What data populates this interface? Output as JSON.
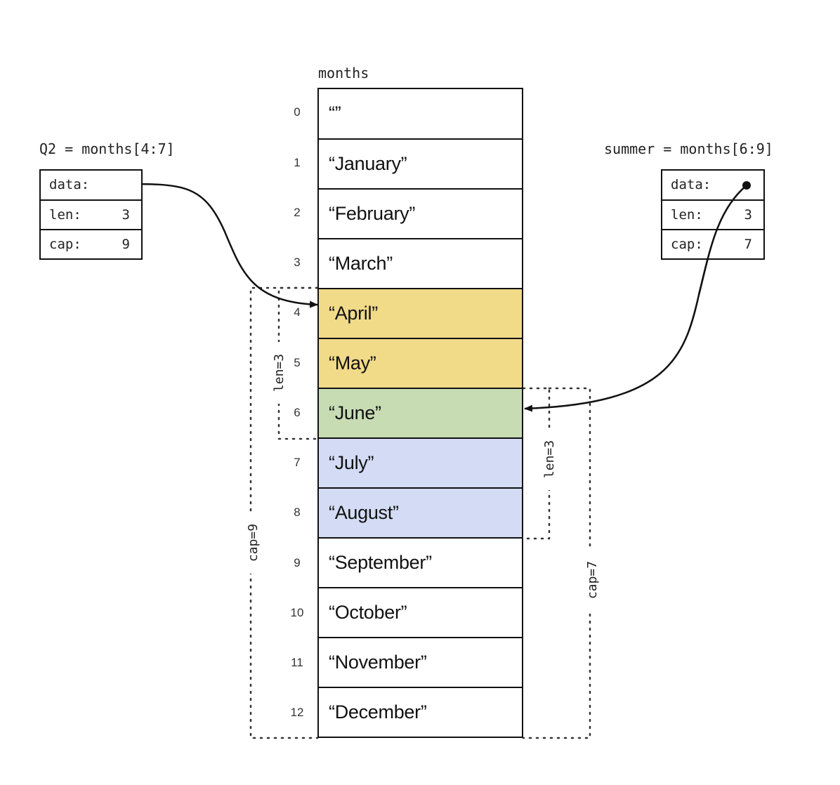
{
  "array": {
    "name": "months",
    "cells": [
      {
        "index": "0",
        "value": "“”"
      },
      {
        "index": "1",
        "value": "“January”"
      },
      {
        "index": "2",
        "value": "“February”"
      },
      {
        "index": "3",
        "value": "“March”"
      },
      {
        "index": "4",
        "value": "“April”"
      },
      {
        "index": "5",
        "value": "“May”"
      },
      {
        "index": "6",
        "value": "“June”"
      },
      {
        "index": "7",
        "value": "“July”"
      },
      {
        "index": "8",
        "value": "“August”"
      },
      {
        "index": "9",
        "value": "“September”"
      },
      {
        "index": "10",
        "value": "“October”"
      },
      {
        "index": "11",
        "value": "“November”"
      },
      {
        "index": "12",
        "value": "“December”"
      }
    ]
  },
  "q2": {
    "expression": "Q2 = months[4:7]",
    "data_label": "data:",
    "len_label": "len:",
    "len_value": "3",
    "cap_label": "cap:",
    "cap_value": "9",
    "len_bracket": "len=3",
    "cap_bracket": "cap=9"
  },
  "summer": {
    "expression": "summer = months[6:9]",
    "data_label": "data:",
    "len_label": "len:",
    "len_value": "3",
    "cap_label": "cap:",
    "cap_value": "7",
    "len_bracket": "len=3",
    "cap_bracket": "cap=7"
  },
  "colors": {
    "q2_only": "#f1da88",
    "overlap": "#c7dcb3",
    "summer_only": "#d3dcf4"
  }
}
